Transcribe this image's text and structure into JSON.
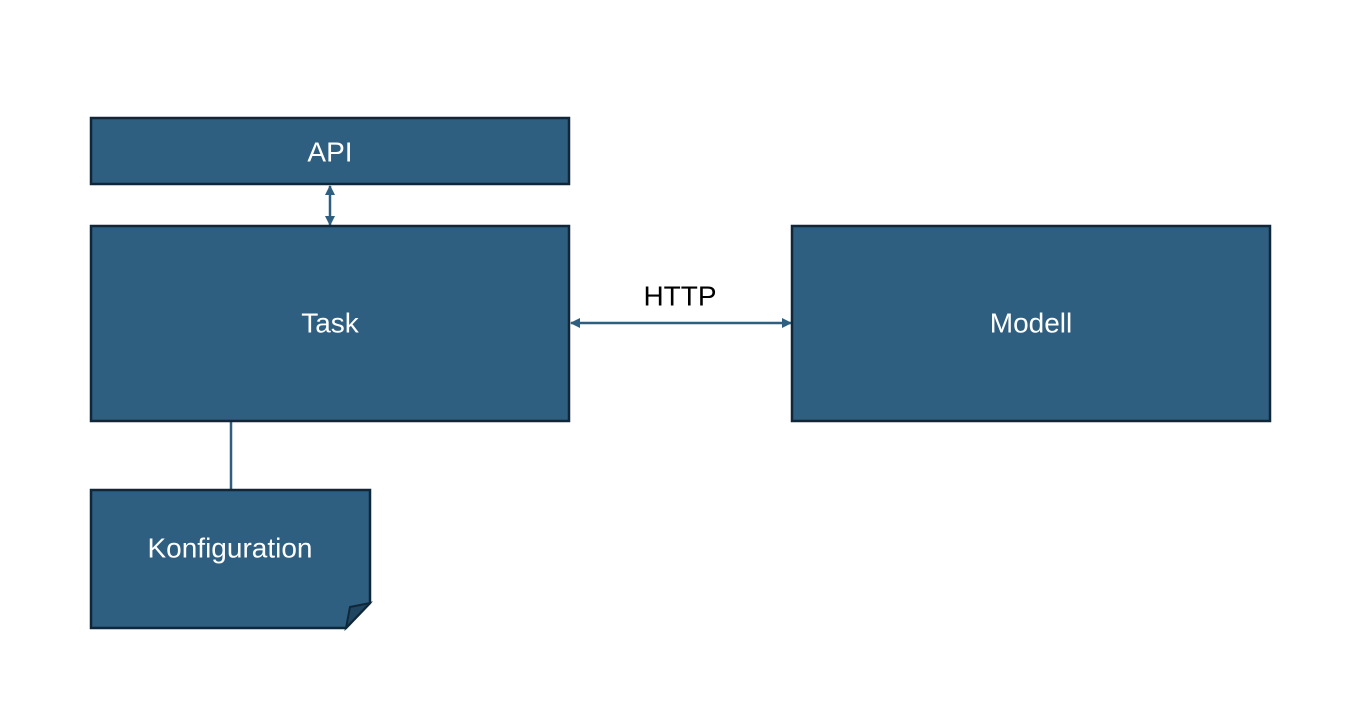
{
  "colors": {
    "box_fill": "#2e5f80",
    "box_border": "#10273a",
    "connector": "#2e5f80",
    "label_text": "#ffffff",
    "edge_text": "#000000",
    "background": "#ffffff"
  },
  "nodes": {
    "api": {
      "label": "API",
      "shape": "rectangle"
    },
    "task": {
      "label": "Task",
      "shape": "rectangle"
    },
    "modell": {
      "label": "Modell",
      "shape": "rectangle"
    },
    "konfiguration": {
      "label": "Konfiguration",
      "shape": "document-folded-corner"
    }
  },
  "edges": [
    {
      "from": "api",
      "to": "task",
      "direction": "bidirectional",
      "label": ""
    },
    {
      "from": "task",
      "to": "modell",
      "direction": "bidirectional",
      "label": "HTTP"
    },
    {
      "from": "task",
      "to": "konfiguration",
      "direction": "none",
      "label": ""
    }
  ]
}
